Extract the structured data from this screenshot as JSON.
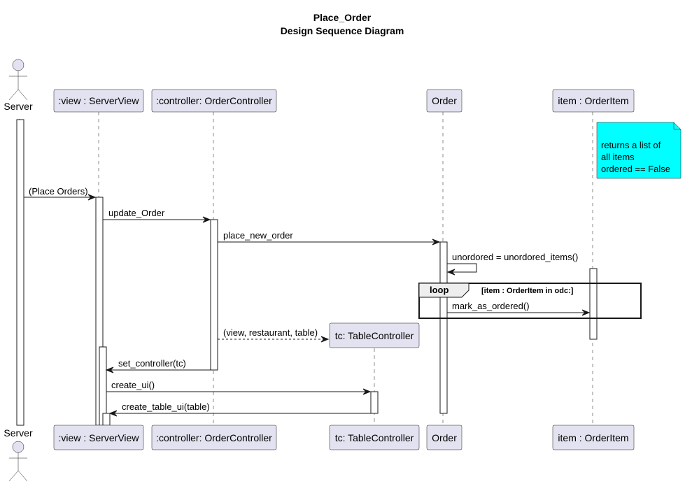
{
  "title": {
    "line1": "Place_Order",
    "line2": "Design Sequence Diagram"
  },
  "participants": {
    "server": "Server",
    "view": ":view : ServerView",
    "controller": ":controller: OrderController",
    "table_controller": "tc: TableController",
    "order": "Order",
    "item": "item : OrderItem"
  },
  "note": {
    "line1": "returns a list of",
    "line2": "all items",
    "line3": "ordered == False",
    "color": "#00FFFF"
  },
  "messages": {
    "m1": "(Place Orders)",
    "m2": "update_Order",
    "m3": "place_new_order",
    "m4": "unordored = unordored_items()",
    "m5": "mark_as_ordered()",
    "m6": "(view, restaurant, table)",
    "m7": "set_controller(tc)",
    "m8": "create_ui()",
    "m9": "create_table_ui(table)"
  },
  "loop": {
    "keyword": "loop",
    "guard": "[item : OrderItem in odc:]"
  },
  "colors": {
    "participant_fill": "#E2E2F0",
    "line": "#181818"
  }
}
